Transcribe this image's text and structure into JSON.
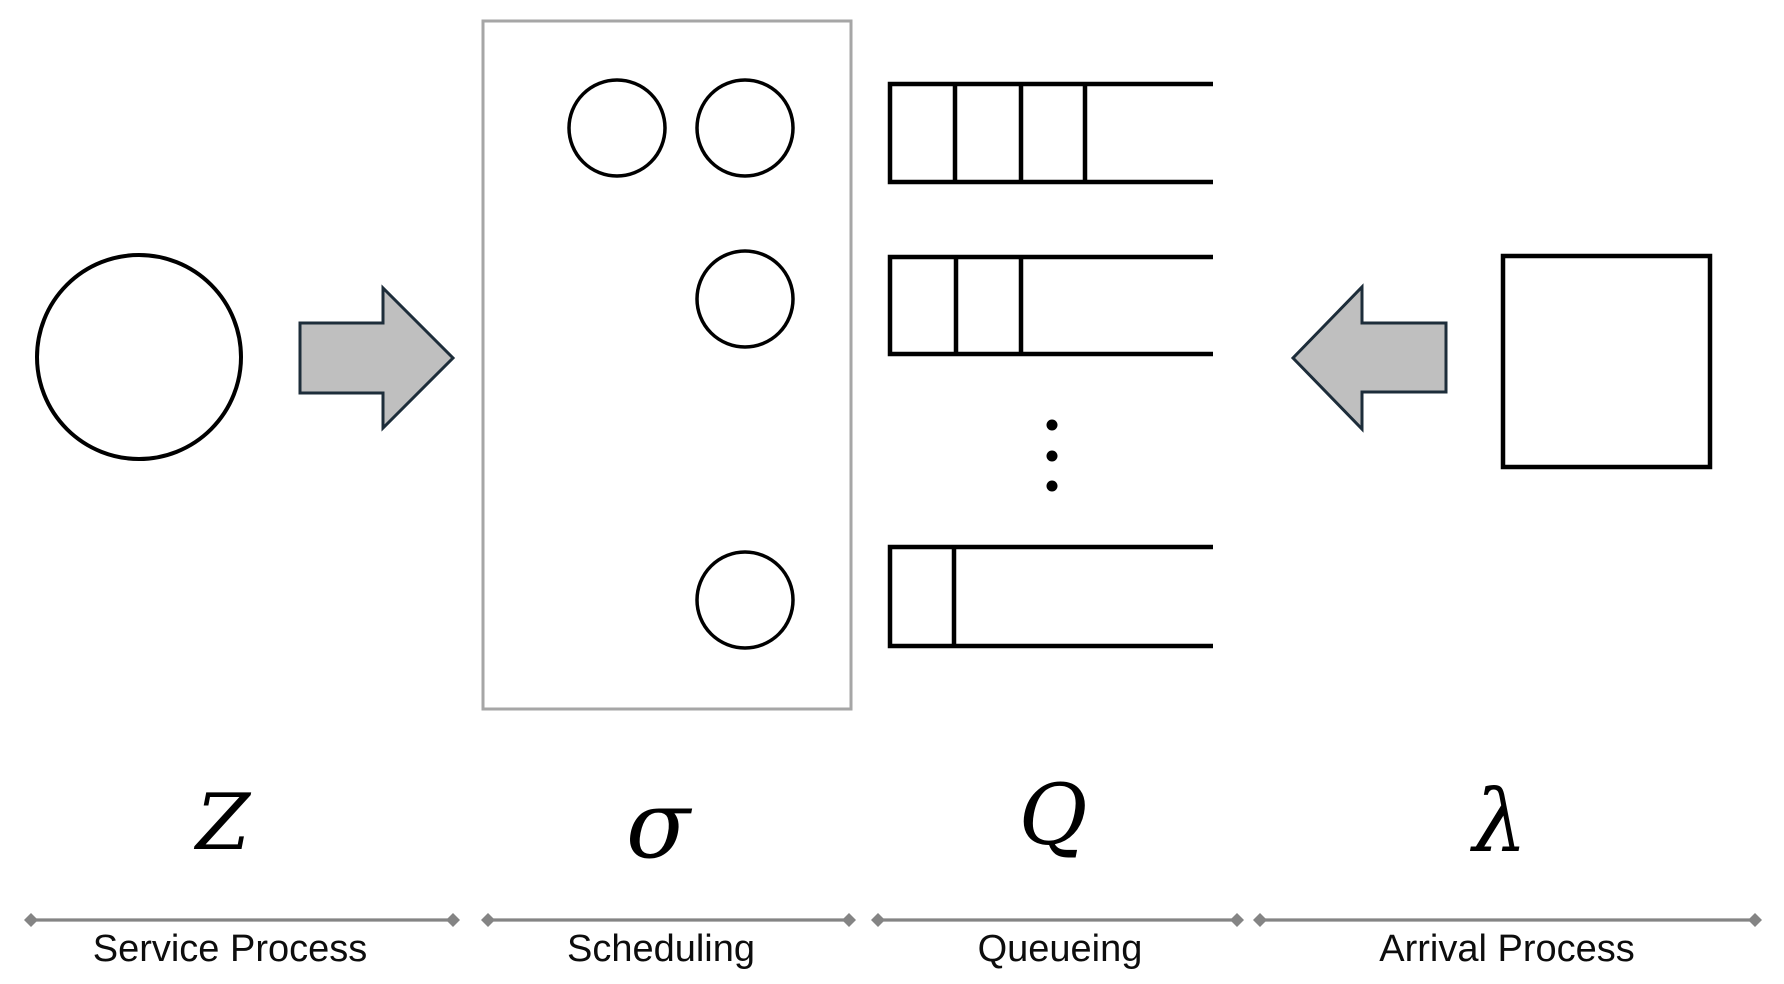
{
  "sections": [
    {
      "id": "service",
      "symbol": "Z",
      "caption": "Service Process"
    },
    {
      "id": "scheduling",
      "symbol": "σ",
      "caption": "Scheduling"
    },
    {
      "id": "queueing",
      "symbol": "Q",
      "caption": "Queueing"
    },
    {
      "id": "arrival",
      "symbol": "λ",
      "caption": "Arrival Process"
    }
  ],
  "scheduler": {
    "server_count": 4
  },
  "queueing": {
    "queues": [
      {
        "occupied_slots": 3
      },
      {
        "occupied_slots": 2
      },
      {
        "occupied_slots": 1
      }
    ],
    "has_vertical_ellipsis": true
  },
  "colors": {
    "background": "#ffffff",
    "shape_stroke": "#000000",
    "arrow_fill": "#bfbfbf",
    "arrow_stroke": "#1d2d3a",
    "scheduler_border": "#a6a6a6",
    "divider": "#848484"
  }
}
